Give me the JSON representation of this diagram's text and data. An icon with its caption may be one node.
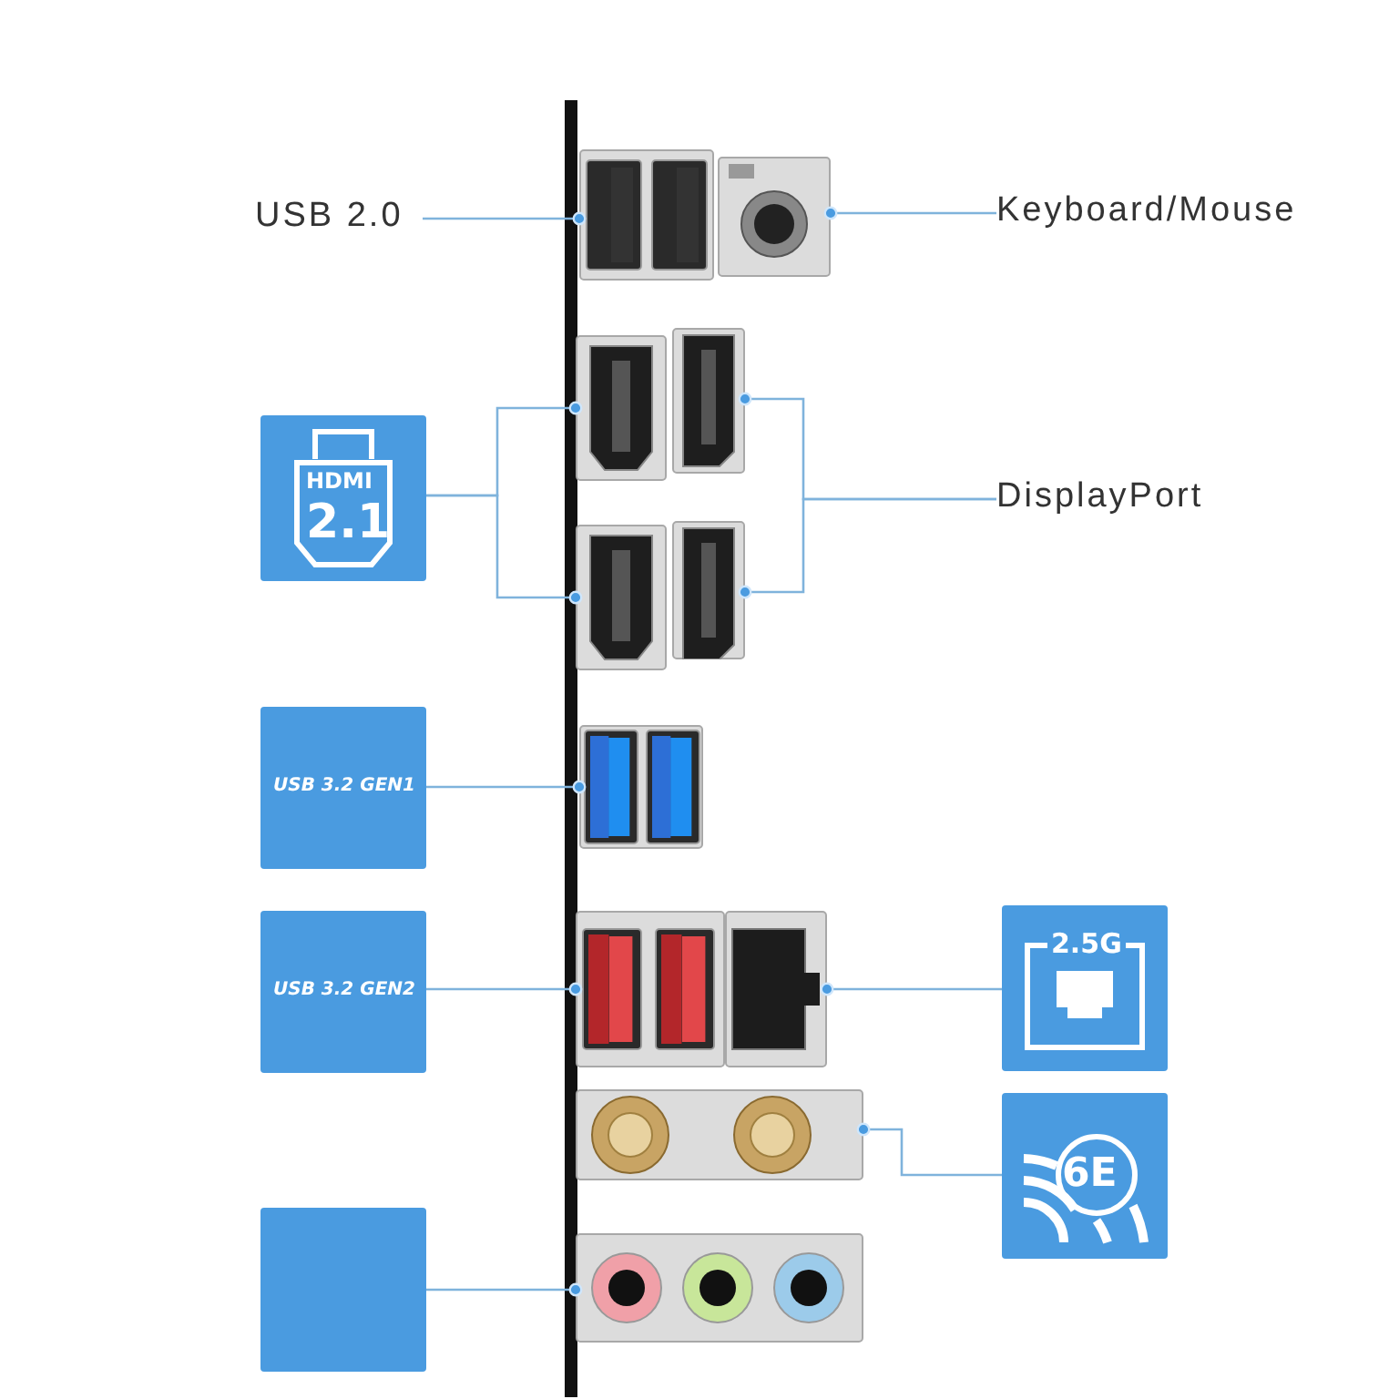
{
  "diagram": {
    "nodes": [
      {
        "text": [
          "USB 2.0"
        ]
      },
      {
        "text": [],
        "shape": "picture"
      },
      {
        "text": [
          "Keyboard/Mouse"
        ]
      },
      {
        "text": [],
        "shape": "picture"
      },
      {
        "text": [
          "HDMI",
          "2.1"
        ]
      },
      {
        "text": [],
        "shape": "picture"
      },
      {
        "text": [],
        "shape": "picture"
      },
      {
        "text": [],
        "shape": "picture"
      },
      {
        "text": [],
        "shape": "picture"
      },
      {
        "text": [
          "DisplayPort"
        ]
      },
      {
        "text": [
          "USB 3.2 GEN1"
        ]
      },
      {
        "text": [],
        "shape": "picture"
      },
      {
        "text": [
          "USB 3.2 GEN2"
        ]
      },
      {
        "text": [],
        "shape": "picture"
      },
      {
        "text": [
          "2.5G"
        ]
      },
      {
        "text": [],
        "shape": "picture"
      },
      {
        "text": [
          "6E"
        ]
      },
      {
        "text": [],
        "shape": "picture"
      },
      {
        "text": [],
        "shape": "box"
      },
      {
        "text": [],
        "shape": "picture"
      }
    ],
    "edges": [
      {
        "from": 0,
        "to": 1,
        "arrow": "other"
      },
      {
        "from": 2,
        "to": 3,
        "arrow": "other"
      },
      {
        "from": 4,
        "to": 5,
        "arrow": "other"
      },
      {
        "from": 4,
        "to": 6,
        "arrow": "other"
      },
      {
        "from": 9,
        "to": 7,
        "arrow": "other"
      },
      {
        "from": 9,
        "to": 8,
        "arrow": "other"
      },
      {
        "from": 10,
        "to": 11,
        "arrow": "other"
      },
      {
        "from": 12,
        "to": 13,
        "arrow": "other"
      },
      {
        "from": 14,
        "to": 15,
        "arrow": "other"
      },
      {
        "from": 16,
        "to": 17,
        "arrow": "other"
      },
      {
        "from": 18,
        "to": 19,
        "arrow": "other"
      }
    ]
  }
}
